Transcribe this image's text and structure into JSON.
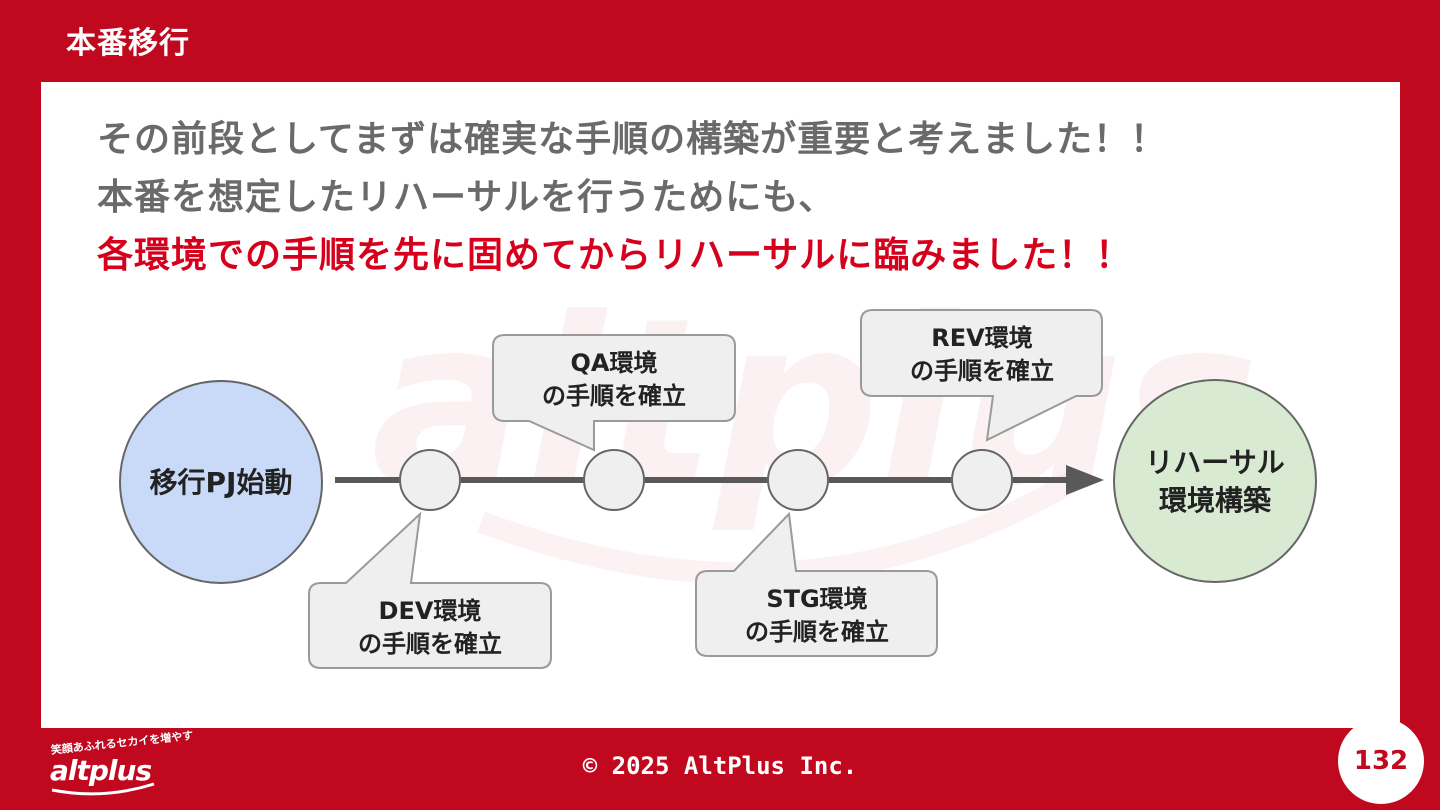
{
  "slide": {
    "title": "本番移行",
    "headline_lines": [
      "その前段としてまずは確実な手順の構築が重要と考えました！！",
      "本番を想定したリハーサルを行うためにも、",
      "各環境での手順を先に固めてからリハーサルに臨みました！！"
    ]
  },
  "diagram": {
    "start_node": "移行PJ始動",
    "end_node": [
      "リハーサル",
      "環境構築"
    ],
    "milestones": [
      {
        "env": "DEV環境",
        "action": "の手順を確立",
        "position": "below"
      },
      {
        "env": "QA環境",
        "action": "の手順を確立",
        "position": "above"
      },
      {
        "env": "STG環境",
        "action": "の手順を確立",
        "position": "below"
      },
      {
        "env": "REV環境",
        "action": "の手順を確立",
        "position": "above"
      }
    ],
    "colors": {
      "start_fill": "#c9daf8",
      "end_fill": "#d9ead3",
      "milestone_fill": "#efefef",
      "callout_fill": "#efefef",
      "line": "#595959"
    }
  },
  "footer": {
    "logo_tagline": "笑顔あふれるセカイを増やす",
    "logo_word": "altplus",
    "copyright": "© 2025 AltPlus Inc.",
    "page_number": "132"
  },
  "colors": {
    "brand_red": "#c0091f",
    "emphasis_red": "#d6001c",
    "body_gray": "#6a6a6a"
  }
}
